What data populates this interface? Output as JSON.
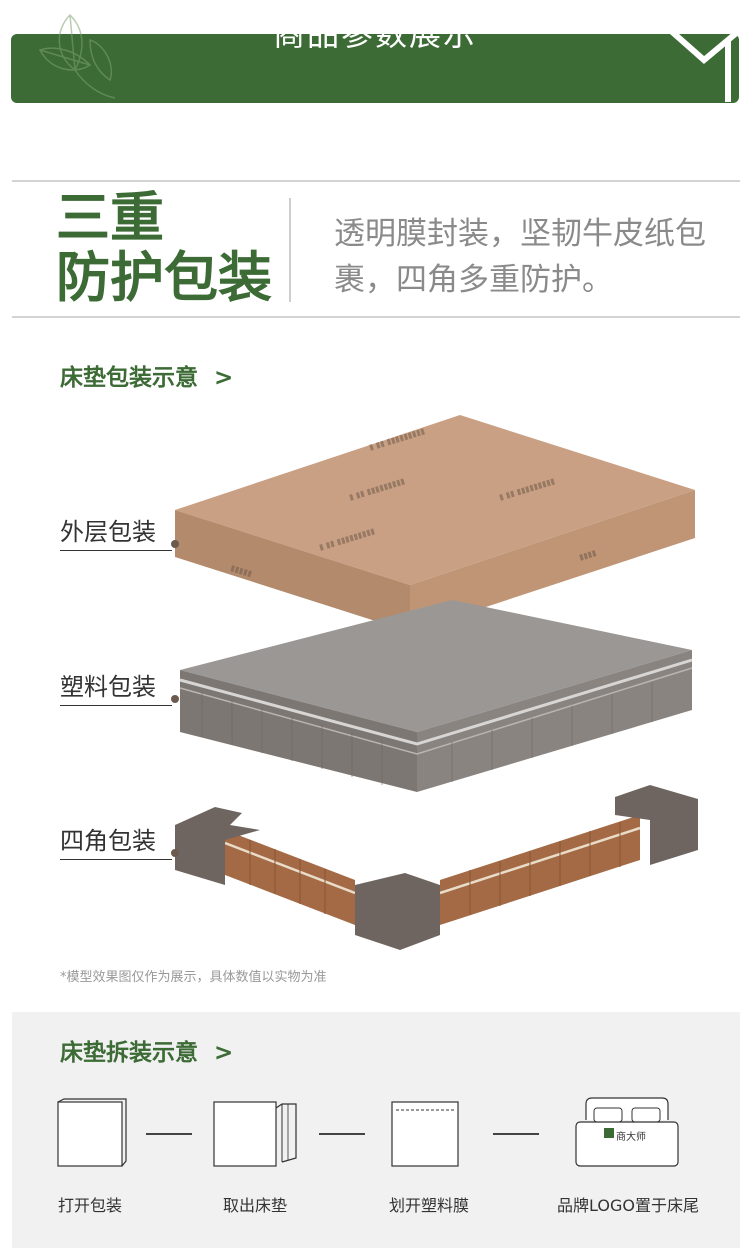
{
  "header": {
    "title": "商品参数展示"
  },
  "feature": {
    "title_line1": "三重",
    "title_line2": "防护包装",
    "desc_line1": "透明膜封装，坚韧牛皮纸包",
    "desc_line2": "裹，四角多重防护。"
  },
  "packaging_section": {
    "title": "床垫包装示意",
    "chevron": ">",
    "layers": [
      {
        "label": "外层包装"
      },
      {
        "label": "塑料包装"
      },
      {
        "label": "四角包装"
      }
    ],
    "disclaimer": "*模型效果图仅作为展示，具体数值以实物为准"
  },
  "unpack_section": {
    "title": "床垫拆装示意",
    "chevron": ">",
    "steps": [
      {
        "label": "打开包装"
      },
      {
        "label": "取出床垫"
      },
      {
        "label": "划开塑料膜"
      },
      {
        "label": "品牌LOGO置于床尾"
      }
    ],
    "logo_text": "商大师"
  },
  "colors": {
    "brand_green": "#3c6b35",
    "kraft": "#c59a7c",
    "corner_gray": "#6e6560",
    "mattress_gray": "#8c8784"
  }
}
